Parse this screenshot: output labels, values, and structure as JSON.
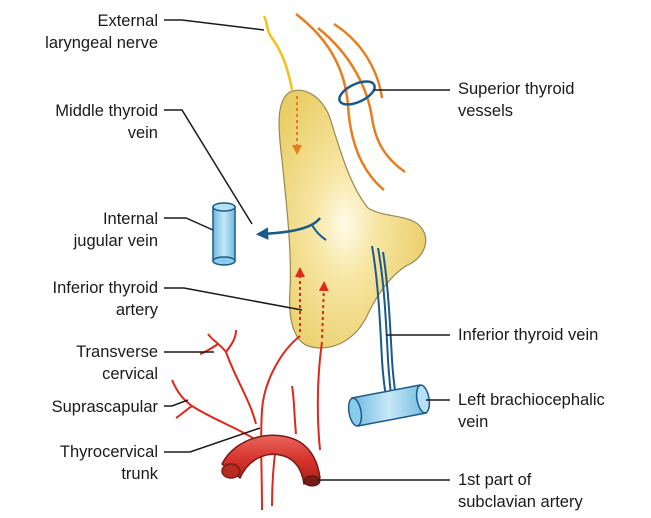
{
  "labels": {
    "external_laryngeal_nerve": [
      "External",
      "laryngeal nerve"
    ],
    "superior_thyroid_vessels": [
      "Superior thyroid",
      "vessels"
    ],
    "middle_thyroid_vein": [
      "Middle thyroid",
      "vein"
    ],
    "internal_jugular_vein": [
      "Internal",
      "jugular vein"
    ],
    "inferior_thyroid_artery": [
      "Inferior thyroid",
      "artery"
    ],
    "inferior_thyroid_vein": [
      "Inferior thyroid vein"
    ],
    "transverse_cervical": [
      "Transverse",
      "cervical"
    ],
    "suprascapular": [
      "Suprascapular"
    ],
    "left_brachiocephalic_vein": [
      "Left brachiocephalic",
      "vein"
    ],
    "thyrocervical_trunk": [
      "Thyrocervical",
      "trunk"
    ],
    "subclavian_artery_first_part": [
      "1st part of",
      "subclavian artery"
    ]
  },
  "colors": {
    "thyroid_fill": "#f0d77a",
    "thyroid_highlight": "#fff7d6",
    "thyroid_stroke": "#8a7a4a",
    "artery": "#e0261d",
    "subclavian": "#d93b33",
    "vein_dark": "#1a5a8a",
    "vein_light": "#9dd4f0",
    "nerve": "#f2c21a",
    "superior_vessels": "#e87d1e",
    "leader": "#1a1a1a"
  }
}
